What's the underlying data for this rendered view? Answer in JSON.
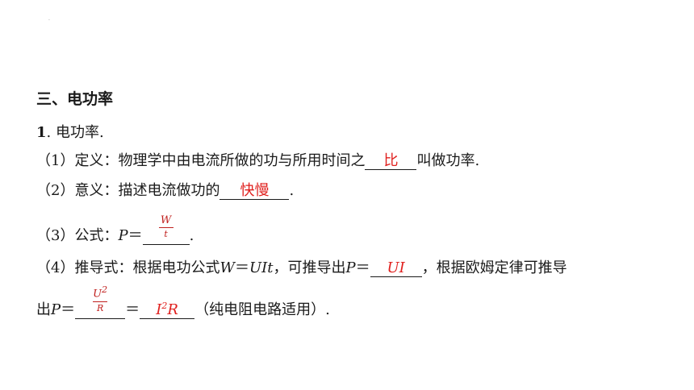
{
  "section_title": "三、电功率",
  "item1": {
    "num": "1",
    "text": ". 电功率."
  },
  "def": {
    "prefix": "（1）定义：物理学中由电流所做的功与所用时间之",
    "answer": "比",
    "suffix": "叫做功率."
  },
  "meaning": {
    "prefix": "（2）意义：描述电流做功的",
    "answer": "快慢",
    "suffix": "."
  },
  "formula": {
    "prefix": "（3）公式：",
    "var": "P",
    "eq": "＝",
    "num": "W",
    "den": "t",
    "suffix": "."
  },
  "derive": {
    "prefix": "（4）推导式：根据电功公式",
    "w": "W",
    "eq": "＝",
    "uit": "UIt",
    "mid": "，可推导出",
    "p": "P",
    "answer": "UI",
    "suffix": "，根据欧姆定律可推导"
  },
  "derive2": {
    "prefix": "出",
    "p": "P",
    "eq": "＝",
    "num_base": "U",
    "num_exp": "2",
    "den": "R",
    "eq2": "＝",
    "ans_base": "I",
    "ans_exp": "2",
    "ans_r": "R",
    "suffix": "（纯电阻电路适用）."
  }
}
